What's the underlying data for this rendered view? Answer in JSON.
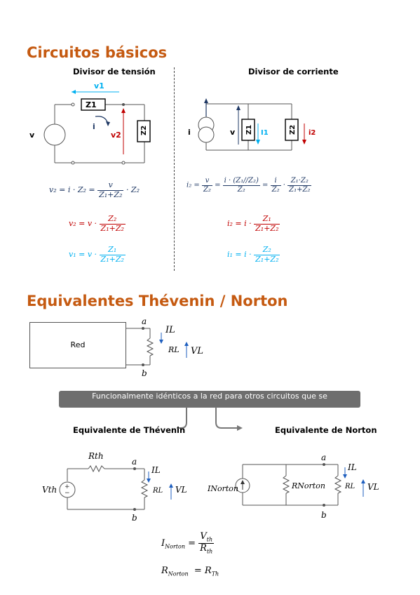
{
  "title_circuits": "Circuitos básicos",
  "voltage_divider": {
    "heading": "Divisor de tensión",
    "labels": {
      "v1": "v1",
      "z1": "Z1",
      "z2": "Z2",
      "v": "v",
      "i": "i",
      "v2": "v2"
    },
    "eq_main": {
      "lhs": "v₂ = i · Z₂ =",
      "num": "v",
      "den": "Z₁+Z₂",
      "tail": "· Z₂"
    },
    "eq_v2": {
      "lhs": "v₂ = v ·",
      "num": "Z₂",
      "den": "Z₁+Z₂"
    },
    "eq_v1": {
      "lhs": "v₁ = v ·",
      "num": "Z₁",
      "den": "Z₁+Z₂"
    }
  },
  "current_divider": {
    "heading": "Divisor de corriente",
    "labels": {
      "i": "i",
      "v": "v",
      "z1": "Z1",
      "i1": "I1",
      "z2": "Z2",
      "i2": "i2"
    },
    "eq_main": {
      "lhs": "i₂ =",
      "f1_num": "v",
      "f1_den": "Z₂",
      "f2_num": "i · (Z₁//Z₂)",
      "f2_den": "Z₂",
      "f3_num": "i",
      "f3_den": "Z₂",
      "f4_num": "Z₁·Z₂",
      "f4_den": "Z₁+Z₂"
    },
    "eq_i2": {
      "lhs": "i₂ = i ·",
      "num": "Z₁",
      "den": "Z₁+Z₂"
    },
    "eq_i1": {
      "lhs": "i₁ = i ·",
      "num": "Z₂",
      "den": "Z₁+Z₂"
    }
  },
  "title_equivalents": "Equivalentes Thévenin / Norton",
  "red_circuit": {
    "box_label": "Red",
    "a": "a",
    "b": "b",
    "IL": "IL",
    "RL": "RL",
    "VL": "VL"
  },
  "banner_text": "Funcionalmente idénticos a la red para otros circuitos que se",
  "thevenin": {
    "heading": "Equivalente de Thévenin",
    "Rth": "Rth",
    "Vth": "Vth",
    "a": "a",
    "b": "b",
    "IL": "IL",
    "RL": "RL",
    "VL": "VL"
  },
  "norton": {
    "heading": "Equivalente de Norton",
    "INorton": "INorton",
    "RNorton": "RNorton",
    "a": "a",
    "b": "b",
    "IL": "IL",
    "RL": "RL",
    "VL": "VL"
  },
  "formula_inorton": {
    "lhs": "I",
    "lhs_sub": "Norton",
    "num": "V",
    "num_sub": "th",
    "den": "R",
    "den_sub": "th"
  },
  "formula_rnorton": {
    "lhs": "R",
    "lhs_sub": "Norton",
    "rhs": "R",
    "rhs_sub": "Th"
  }
}
